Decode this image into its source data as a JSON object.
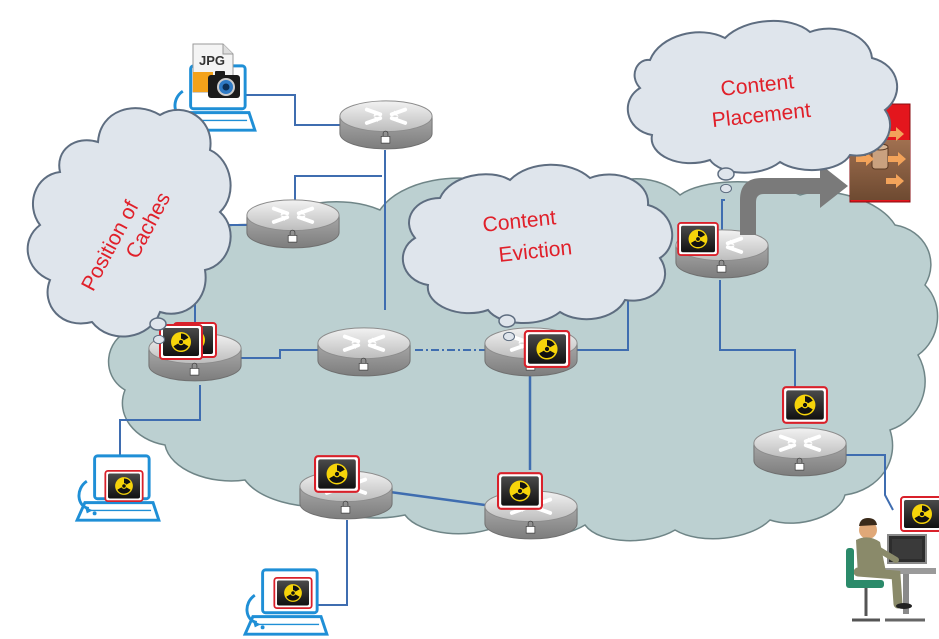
{
  "diagram": {
    "thought_clouds": [
      {
        "id": "position-of-caches",
        "lines": [
          "Position of",
          "Caches"
        ]
      },
      {
        "id": "content-eviction",
        "lines": [
          "Content",
          "Eviction"
        ]
      },
      {
        "id": "content-placement",
        "lines": [
          "Content",
          "Placement"
        ]
      }
    ],
    "file_icon_label": "JPG",
    "colors": {
      "network_cloud_fill": "#bcd0d1",
      "thought_cloud_fill": "#dfe5ec",
      "label_red": "#e0202a",
      "link_blue": "#3f6db0",
      "cache_border": "#d9202a",
      "hazard_yellow": "#f6d40a",
      "laptop_blue": "#1f8fd6",
      "arrow_gray": "#7a7a7a",
      "server_red": "#e4161d"
    },
    "icons": {
      "router": "router-icon",
      "cache": "radioactive-cache-icon",
      "laptop": "laptop-icon",
      "user": "user-at-computer-icon",
      "server": "content-server-icon",
      "file": "jpg-file-icon"
    }
  }
}
